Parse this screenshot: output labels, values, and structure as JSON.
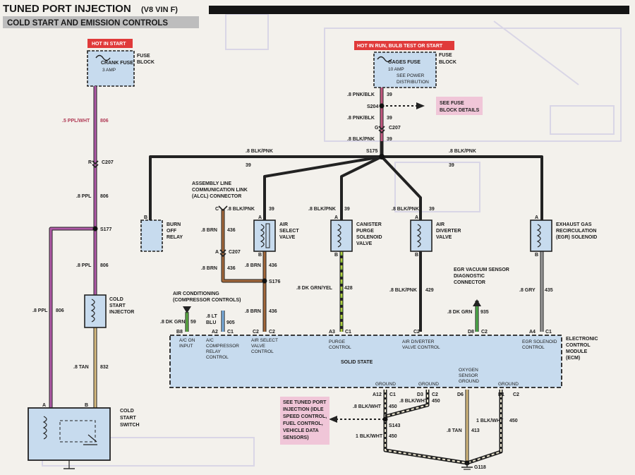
{
  "title": "TUNED PORT INJECTION",
  "title_suffix": "(V8 VIN F)",
  "subtitle": "COLD START AND EMISSION CONTROLS",
  "hot_left": "HOT IN START",
  "hot_right": "HOT IN RUN, BULB TEST OR START",
  "crank_fuse": {
    "name": "CRANK FUSE",
    "rating": "3 AMP",
    "block": [
      "FUSE",
      "BLOCK"
    ]
  },
  "gages_fuse": {
    "name": "GAGES FUSE",
    "rating": "10 AMP",
    "note": [
      "SEE POWER",
      "DISTRIBUTION"
    ],
    "block": [
      "FUSE",
      "BLOCK"
    ]
  },
  "see_fuse": [
    "SEE FUSE",
    "BLOCK DETAILS"
  ],
  "see_tpi": [
    "SEE TUNED PORT",
    "INJECTION (IDLE",
    "SPEED CONTROL,",
    "FUEL CONTROL,",
    "VEHICLE DATA",
    "SENSORS)"
  ],
  "wires": {
    "w806a": ".5 PPL/WHT",
    "n806a": "806",
    "w806b": ".8 PPL",
    "n806b": "806",
    "w806c": ".8 PPL",
    "n806c": "806",
    "w806d": ".8 PPL",
    "n806d": "806",
    "w832": ".8 TAN",
    "n832": "832",
    "w39a": ".8 PNK/BLK",
    "n39a": "39",
    "w39b": ".8 PNK/BLK",
    "n39b": "39",
    "w39c": ".8 BLK/PNK",
    "n39c": "39",
    "w39left": ".8 BLK/PNK",
    "n39left": "39",
    "w39right": ".8 BLK/PNK",
    "n39right": "39",
    "w39air": ".8 BLK/PNK",
    "n39air": "39",
    "w39can": ".8 BLK/PNK",
    "n39can": "39",
    "w39div": ".8 BLK/PNK",
    "n39div": "39",
    "w436a": ".8 BRN",
    "n436a": "436",
    "w436b": ".8 BRN",
    "n436b": "436",
    "w436c": ".8 BRN",
    "n436c": "436",
    "w436d": ".8 BRN",
    "n436d": "436",
    "w428": ".8 DK GRN/YEL",
    "n428": "428",
    "w429": ".8 BLK/PNK",
    "n429": "429",
    "w435": ".8 GRY",
    "n435": "435",
    "w59": ".8 DK GRN",
    "n59": "59",
    "w905a": ".8 LT",
    "w905b": "BLU",
    "n905": "905",
    "w935": ".8 DK GRN",
    "n935": "935",
    "w450a": ".8 BLK/WHT",
    "n450a": "450",
    "w450b": ".8 BLK/WHT",
    "n450b": "450",
    "w450c": "1 BLK/WHT",
    "n450c": "450",
    "w450d": "1 BLK/WHT",
    "n450d": "450",
    "w413": ".8 TAN",
    "n413": "413"
  },
  "splices": {
    "s204": "S204",
    "s175": "S175",
    "s177": "S177",
    "s176": "S176",
    "s143": "S143",
    "c207a": "C207",
    "c207b": "C207",
    "c207c": "C207",
    "g118": "G118"
  },
  "components": {
    "burn_off": [
      "BURN",
      "OFF",
      "RELAY"
    ],
    "alcl": [
      "ASSEMBLY LINE",
      "COMMUNICATION LINK",
      "(ALCL) CONNECTOR"
    ],
    "air_select": [
      "AIR",
      "SELECT",
      "VALVE"
    ],
    "canister": [
      "CANISTER",
      "PURGE",
      "SOLENOID",
      "VALVE"
    ],
    "air_div": [
      "AIR",
      "DIVERTER",
      "VALVE"
    ],
    "egr": [
      "EXHAUST GAS",
      "RECIRCULATION",
      "(EGR) SOLENOID"
    ],
    "cold_inj": [
      "COLD",
      "START",
      "INJECTOR"
    ],
    "egr_vac": [
      "EGR VACUUM SENSOR",
      "DIAGNOSTIC",
      "CONNECTOR"
    ],
    "ac": [
      "AIR CONDITIONING",
      "(COMPRESSOR CONTROLS)"
    ],
    "cold_sw": [
      "COLD",
      "START",
      "SWITCH"
    ],
    "ecm": [
      "ELECTRONIC",
      "CONTROL",
      "MODULE",
      "(ECM)"
    ]
  },
  "ecm_inputs": {
    "ac_on": [
      "A/C ON",
      "INPUT"
    ],
    "ac_comp": [
      "A/C",
      "COMPRESSOR",
      "RELAY",
      "CONTROL"
    ],
    "air_sel": [
      "AIR SELECT",
      "VALVE",
      "CONTROL"
    ],
    "purge": [
      "PURGE",
      "CONTROL"
    ],
    "air_div": [
      "AIR DIVERTER",
      "VALVE CONTROL"
    ],
    "egr_sol": [
      "EGR SOLENOID",
      "CONTROL"
    ],
    "solid": "SOLID STATE",
    "gnd1": "GROUND",
    "gnd2": "GROUND",
    "gnd3": "GROUND",
    "o2": [
      "OXYGEN",
      "SENSOR",
      "GROUND"
    ]
  },
  "pins": {
    "b8": "B8",
    "a2": "A2",
    "c1a": "C1",
    "c2a": "C2",
    "c2b": "C2",
    "a3": "A3",
    "c1b": "C1",
    "c2c": "C2",
    "d8": "D8",
    "c2d": "C2",
    "a4": "A4",
    "c1c": "C1",
    "a12": "A12",
    "c1d": "C1",
    "d3": "D3",
    "c2e": "C2",
    "d6": "D6",
    "d1": "D1",
    "c2f": "C2"
  }
}
